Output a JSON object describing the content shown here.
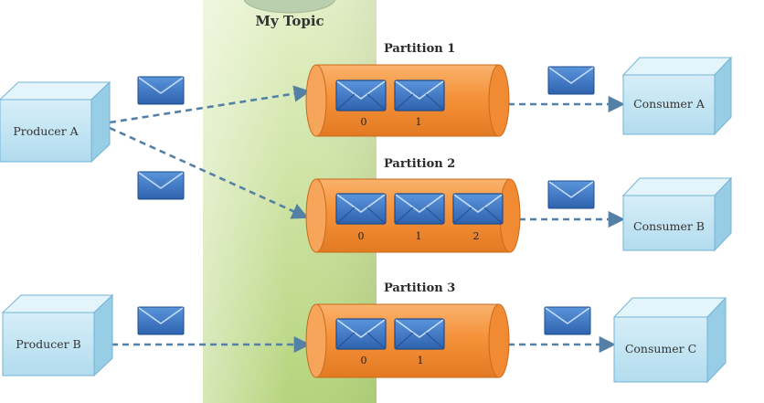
{
  "topic": {
    "title": "My Topic"
  },
  "producers": [
    {
      "label": "Producer A"
    },
    {
      "label": "Producer B"
    }
  ],
  "partitions": [
    {
      "label": "Partition 1",
      "offsets": [
        "0",
        "1"
      ]
    },
    {
      "label": "Partition 2",
      "offsets": [
        "0",
        "1",
        "2"
      ]
    },
    {
      "label": "Partition 3",
      "offsets": [
        "0",
        "1"
      ]
    }
  ],
  "consumers": [
    {
      "label": "Consumer A"
    },
    {
      "label": "Consumer B"
    },
    {
      "label": "Consumer C"
    }
  ],
  "colors": {
    "topic_band": "#c6df97",
    "partition_fill": "#f5943f",
    "message_fill": "#3e78c7",
    "node_fill": "#bde3f1",
    "arrow": "#5580a6"
  }
}
